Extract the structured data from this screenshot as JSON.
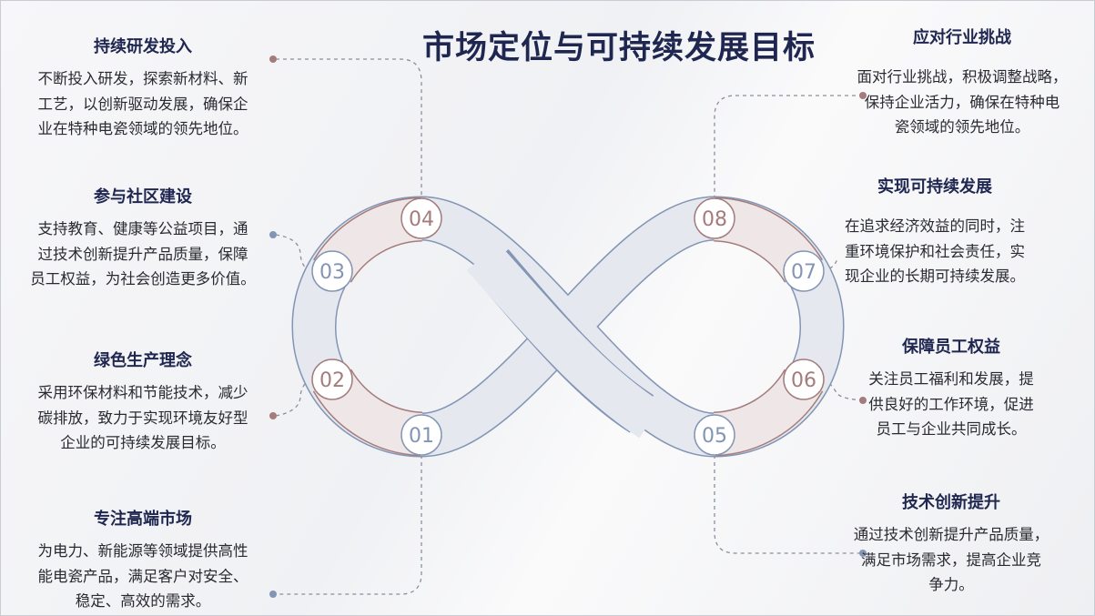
{
  "title": "市场定位与可持续发展目标",
  "colors": {
    "red": "#a47c7c",
    "blue": "#8395b5",
    "band": "#e5e8ee",
    "band_red": "#efe7e7",
    "title": "#1f2650"
  },
  "badges": [
    "01",
    "02",
    "03",
    "04",
    "05",
    "06",
    "07",
    "08"
  ],
  "left": [
    {
      "heading": "持续研发投入",
      "lines": [
        "不断投入研发，探索新材料、新",
        "工艺，以创新驱动发展，确保企",
        "业在特种电瓷领域的领先地位。"
      ]
    },
    {
      "heading": "参与社区建设",
      "lines": [
        "支持教育、健康等公益项目，通",
        "过技术创新提升产品质量，保障",
        "员工权益，为社会创造更多价值。"
      ]
    },
    {
      "heading": "绿色生产理念",
      "lines": [
        "采用环保材料和节能技术，减少",
        "碳排放，致力于实现环境友好型",
        "企业的可持续发展目标。"
      ]
    },
    {
      "heading": "专注高端市场",
      "lines": [
        "为电力、新能源等领域提供高性",
        "能电瓷产品，满足客户对安全、",
        "稳定、高效的需求。"
      ]
    }
  ],
  "right": [
    {
      "heading": "应对行业挑战",
      "lines": [
        "面对行业挑战，积极调整战略，",
        "保持企业活力，确保在特种电",
        "瓷领域的领先地位。"
      ]
    },
    {
      "heading": "实现可持续发展",
      "lines": [
        "在追求经济效益的同时，注",
        "重环境保护和社会责任，实",
        "现企业的长期可持续发展。"
      ]
    },
    {
      "heading": "保障员工权益",
      "lines": [
        "关注员工福利和发展，提",
        "供良好的工作环境，促进",
        "员工与企业共同成长。"
      ]
    },
    {
      "heading": "技术创新提升",
      "lines": [
        "通过技术创新提升产品质量，",
        "满足市场需求，提高企业竞",
        "争力。"
      ]
    }
  ]
}
